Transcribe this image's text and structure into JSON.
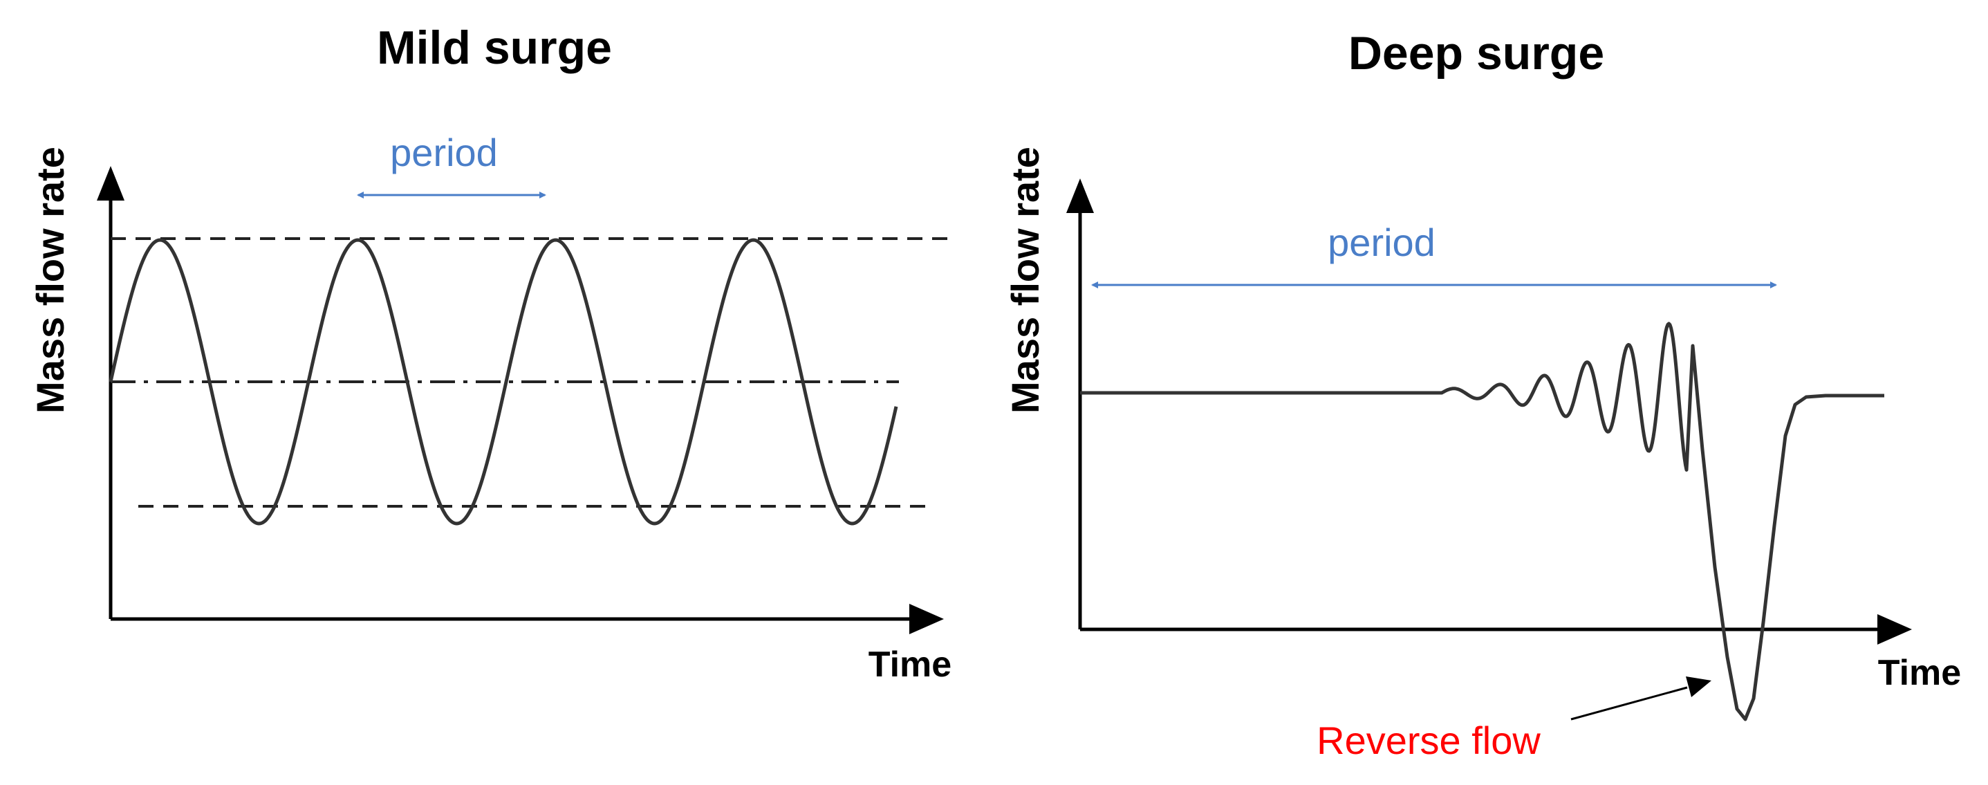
{
  "colors": {
    "ink": "#000000",
    "curve": "#333333",
    "period": "#4a7ec8",
    "reverse": "#ff0000"
  },
  "mild": {
    "title": "Mild surge",
    "ylabel": "Mass flow rate",
    "xlabel": "Time",
    "period_label": "period",
    "cycles_shown": 4
  },
  "deep": {
    "title": "Deep surge",
    "ylabel": "Mass flow rate",
    "xlabel": "Time",
    "period_label": "period",
    "annotation": "Reverse flow",
    "growing_oscillations": 6
  }
}
